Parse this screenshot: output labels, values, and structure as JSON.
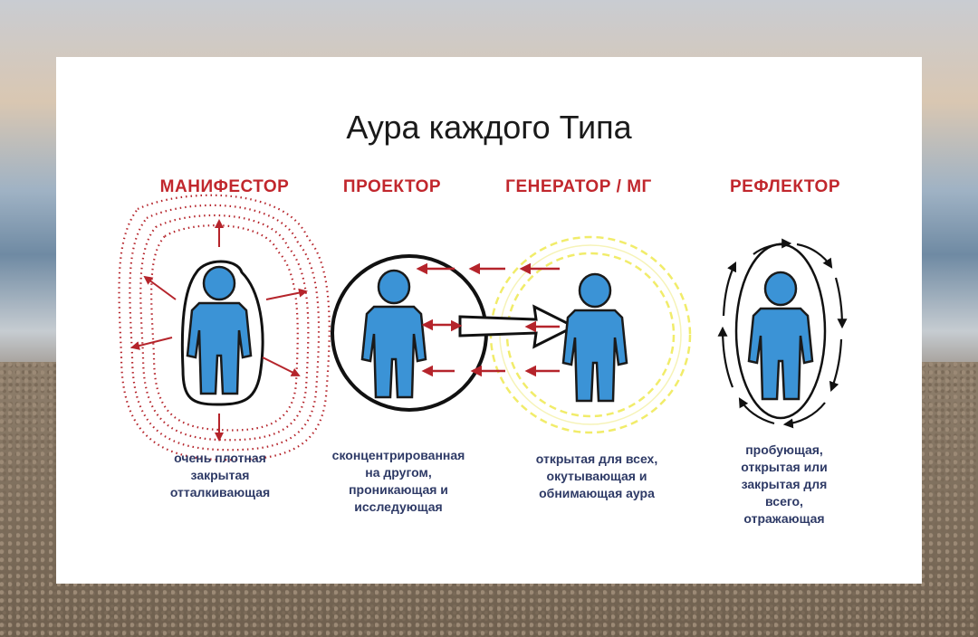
{
  "title": "Аура каждого Типа",
  "colors": {
    "label_red": "#c1272d",
    "figure_blue": "#3b93d6",
    "arrow_red": "#b5242b",
    "aura_yellow": "#f1ec6a",
    "desc_navy": "#2e3a66"
  },
  "types": [
    {
      "label": "МАНИФЕСТОР",
      "description": [
        "очень плотная",
        "закрытая",
        "отталкивающая"
      ]
    },
    {
      "label": "ПРОЕКТОР",
      "description": [
        "сконцентрированная",
        "на другом,",
        "проникающая и",
        "исследующая"
      ]
    },
    {
      "label": "ГЕНЕРАТОР / МГ",
      "description": [
        "открытая для всех,",
        "окутывающая и",
        "обнимающая аура"
      ]
    },
    {
      "label": "РЕФЛЕКТОР",
      "description": [
        "пробующая,",
        "открытая или",
        "закрытая для",
        "всего,",
        "отражающая"
      ]
    }
  ]
}
